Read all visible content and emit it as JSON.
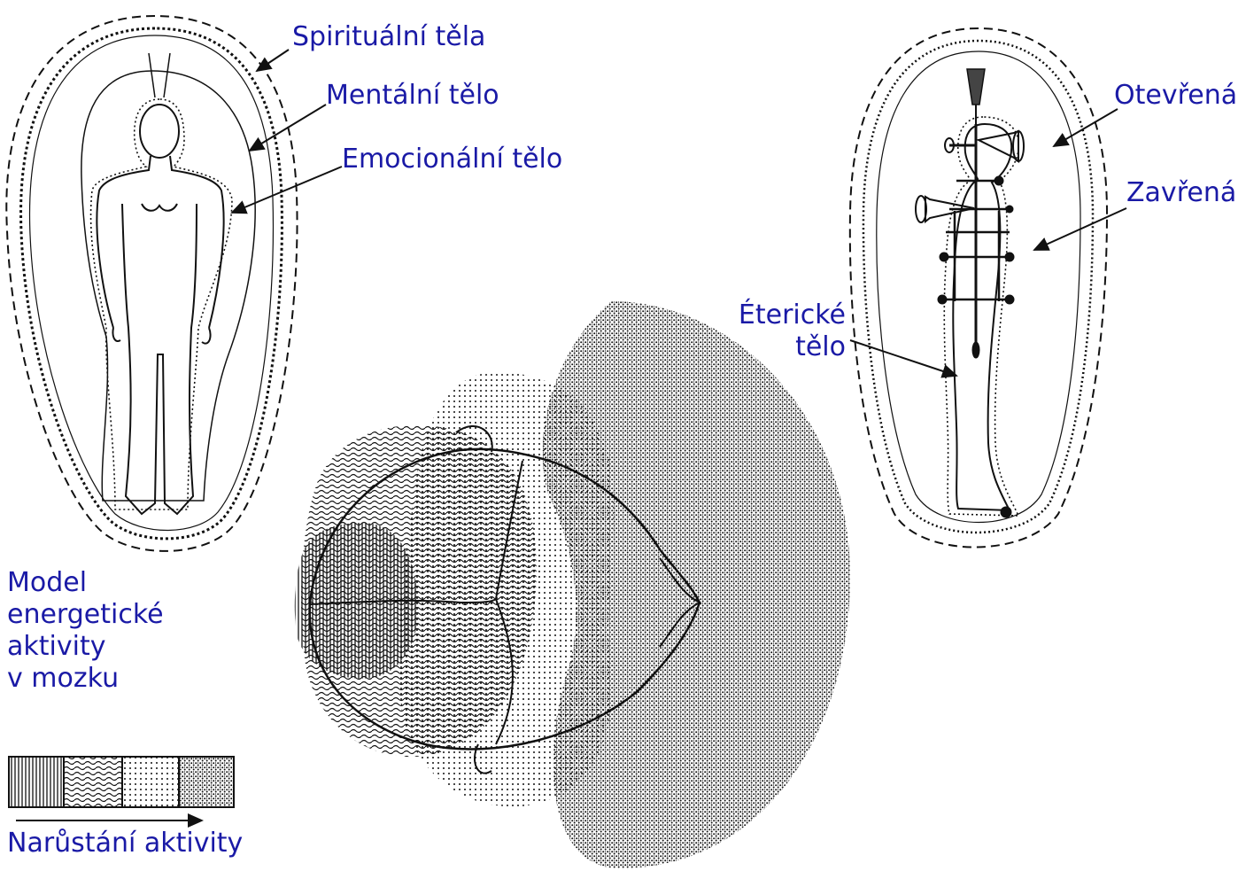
{
  "labels": {
    "spiritual": "Spirituální těla",
    "mental": "Mentální tělo",
    "emotional": "Emocionální tělo",
    "open": "Otevřená",
    "closed": "Zavřená",
    "etheric": "Éterické\ntělo",
    "model": "Model\nenergetické\naktivity\nv mozku",
    "activity": "Narůstání aktivity"
  },
  "colors": {
    "label": "#1a1aa6",
    "ink": "#111111"
  },
  "icons": {
    "figure_left": "human-figure-aura-icon",
    "figure_right": "human-profile-chakra-icon",
    "brain_map": "brain-activity-map-icon",
    "legend": "activity-legend-swatches-icon",
    "arrow": "arrow-right-icon"
  }
}
